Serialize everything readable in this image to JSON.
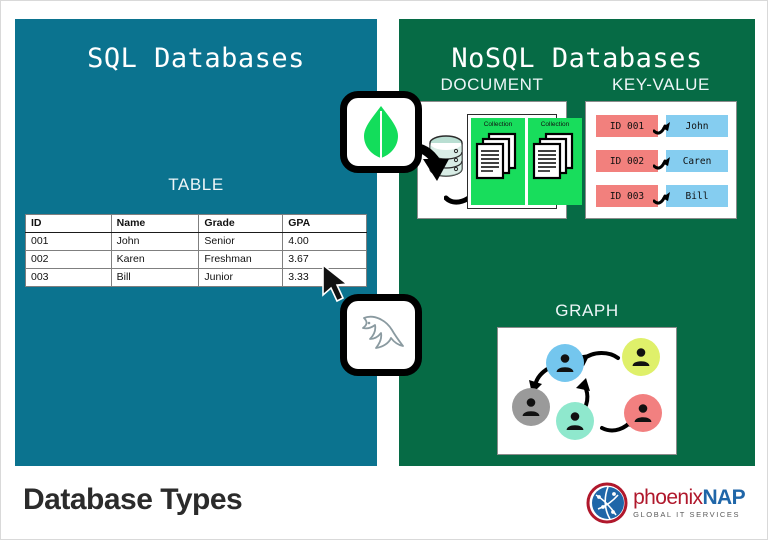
{
  "footer": {
    "title": "Database Types",
    "logo": {
      "name_part1": "phoenix",
      "name_part2": "NAP",
      "tagline": "GLOBAL IT SERVICES"
    }
  },
  "sql": {
    "title": "SQL Databases",
    "accent_color": "#0b738f",
    "section_label": "TABLE",
    "tech_icon": "mysql-dolphin-icon",
    "table": {
      "columns": [
        "ID",
        "Name",
        "Grade",
        "GPA"
      ],
      "rows": [
        [
          "001",
          "John",
          "Senior",
          "4.00"
        ],
        [
          "002",
          "Karen",
          "Freshman",
          "3.67"
        ],
        [
          "003",
          "Bill",
          "Junior",
          "3.33"
        ]
      ]
    }
  },
  "nosql": {
    "title": "NoSQL Databases",
    "accent_color": "#066b45",
    "tech_icon": "mongodb-leaf-icon",
    "document": {
      "label": "DOCUMENT",
      "collection_labels": [
        "Collection",
        "Collection"
      ],
      "collection_color": "#18dd5c"
    },
    "keyvalue": {
      "label": "KEY-VALUE",
      "key_color": "#f2807d",
      "value_color": "#85cdf0",
      "pairs": [
        {
          "key": "ID 001",
          "value": "John"
        },
        {
          "key": "ID 002",
          "value": "Caren"
        },
        {
          "key": "ID 003",
          "value": "Bill"
        }
      ]
    },
    "graph": {
      "label": "GRAPH",
      "node_colors": [
        "#74c6ee",
        "#dff06a",
        "#9a9a9a",
        "#8fe8cd",
        "#f28080"
      ]
    }
  }
}
